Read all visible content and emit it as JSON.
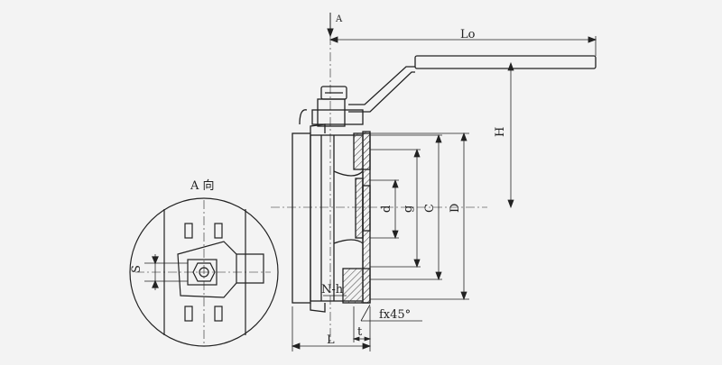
{
  "drawing": {
    "view_label": "A 向",
    "arrow_label": "A",
    "dimensions": {
      "Lo": "Lo",
      "H": "H",
      "D": "D",
      "C": "C",
      "g": "g",
      "d": "d",
      "L": "L",
      "t": "t",
      "f": "fx45°",
      "N": "N-h",
      "S": "S"
    }
  },
  "colors": {
    "background": "#f3f3f3",
    "line": "#222222",
    "hatch": "#444444"
  }
}
